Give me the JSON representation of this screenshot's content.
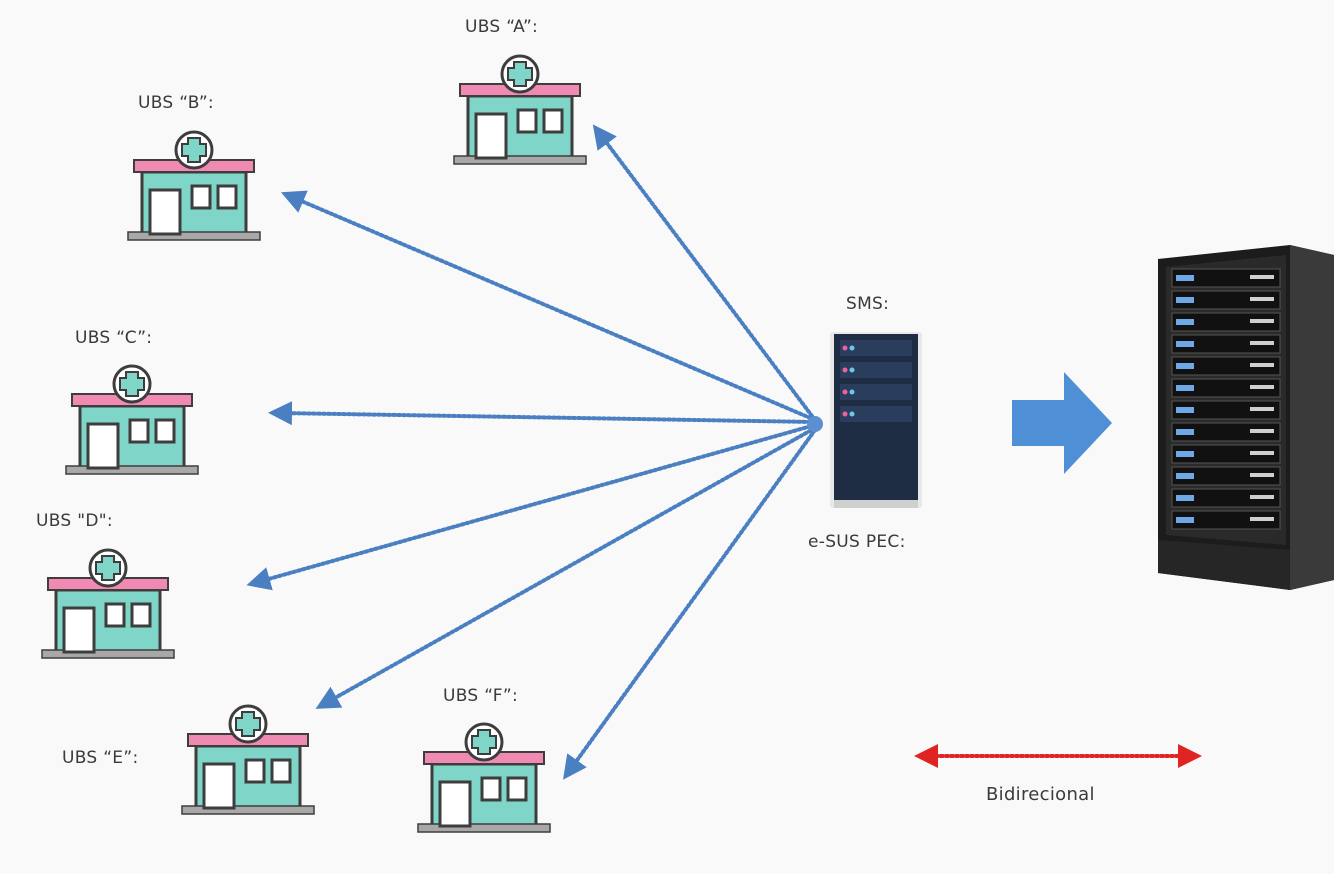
{
  "nodes": {
    "ubs_a": {
      "label": "UBS “A”:"
    },
    "ubs_b": {
      "label": "UBS “B”:"
    },
    "ubs_c": {
      "label": "UBS “C”:"
    },
    "ubs_d": {
      "label": "UBS \"D\":"
    },
    "ubs_e": {
      "label": "UBS “E”:"
    },
    "ubs_f": {
      "label": "UBS “F”:"
    },
    "sms": {
      "label": "SMS:"
    },
    "esus": {
      "label": "e-SUS PEC:"
    }
  },
  "legend": {
    "label": "Bidirecional"
  },
  "colors": {
    "link": "#4a7fc1",
    "legend_arrow": "#e02424",
    "big_arrow": "#4f8fd6",
    "building_body": "#7fd6c8",
    "building_roof": "#f08ab2",
    "building_outline": "#3d3d3d",
    "building_base": "#a8a8a8",
    "server_body": "#1f2d44"
  },
  "icons": {
    "ubs": "health-clinic-building-icon",
    "sms": "server-icon",
    "datacenter": "server-rack-icon",
    "flow": "right-arrow-icon"
  },
  "edges": [
    {
      "from": "sms",
      "to": "ubs_a",
      "type": "bidirectional-dotted"
    },
    {
      "from": "sms",
      "to": "ubs_b",
      "type": "bidirectional-dotted"
    },
    {
      "from": "sms",
      "to": "ubs_c",
      "type": "bidirectional-dotted"
    },
    {
      "from": "sms",
      "to": "ubs_d",
      "type": "bidirectional-dotted"
    },
    {
      "from": "sms",
      "to": "ubs_e",
      "type": "bidirectional-dotted"
    },
    {
      "from": "sms",
      "to": "ubs_f",
      "type": "bidirectional-dotted"
    },
    {
      "from": "sms",
      "to": "datacenter",
      "type": "flow-arrow"
    }
  ]
}
